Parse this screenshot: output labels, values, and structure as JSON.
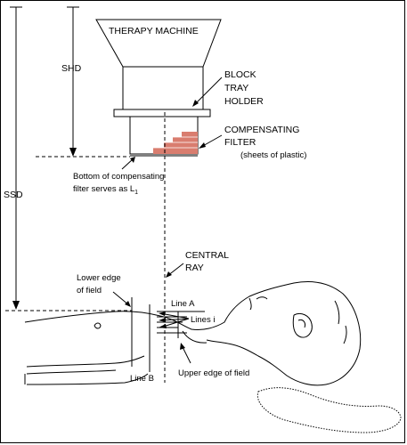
{
  "labels": {
    "therapy_machine": "THERAPY MACHINE",
    "shd": "SHD",
    "ssd": "SSD",
    "block_tray_holder": [
      "BLOCK",
      "TRAY",
      "HOLDER"
    ],
    "compensating_filter": [
      "COMPENSATING",
      "FILTER",
      "(sheets of plastic)"
    ],
    "bottom_filter": [
      "Bottom of compensating",
      "filter serves as L"
    ],
    "bottom_filter_sub": "1",
    "central_ray": [
      "CENTRAL",
      "RAY"
    ],
    "lower_edge": [
      "Lower edge",
      "of field"
    ],
    "line_a": "Line A",
    "lines_i": "Lines i",
    "line_b": "Line B",
    "upper_edge": "Upper edge of field"
  },
  "colors": {
    "filter": "#d97d6f",
    "line": "#000000"
  }
}
